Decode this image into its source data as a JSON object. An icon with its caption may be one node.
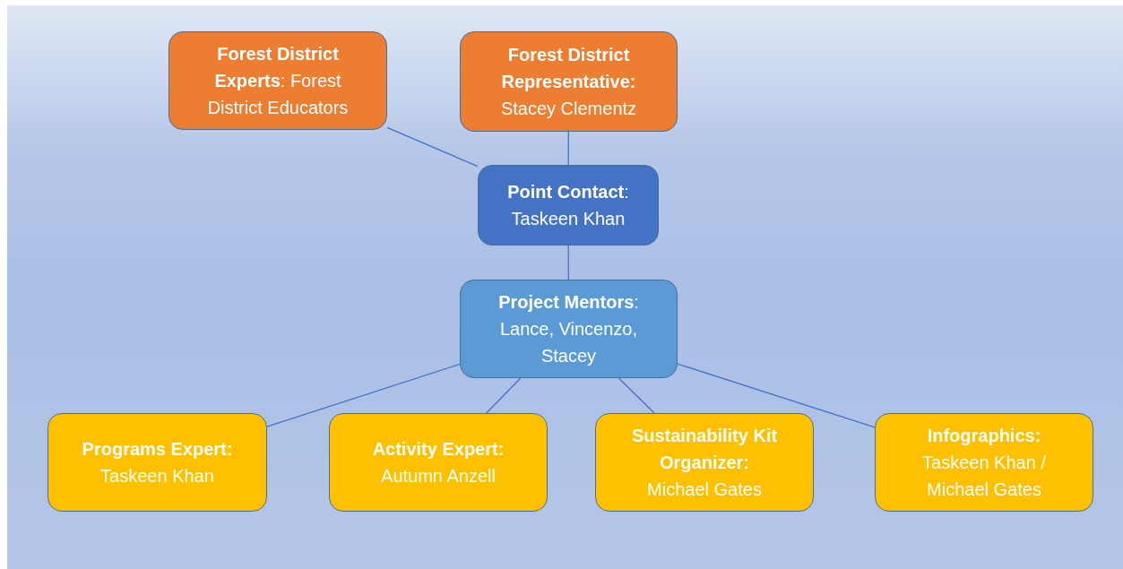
{
  "diagram": {
    "nodes": [
      {
        "text": [
          "**Forest District Experts**: Forest District Educators"
        ]
      },
      {
        "text": [
          "**Forest District Representative:** Stacey Clementz"
        ]
      },
      {
        "text": [
          "**Point Contact**: Taskeen Khan"
        ]
      },
      {
        "text": [
          "**Project Mentors**: Lance, Vincenzo, Stacey"
        ]
      },
      {
        "text": [
          "Programs Expert:",
          "Taskeen Khan"
        ]
      },
      {
        "text": [
          "Activity Expert:",
          "Autumn Anzell"
        ]
      },
      {
        "text": [
          "Sustainability Kit Organizer:",
          "Michael Gates"
        ]
      },
      {
        "text": [
          "Infographics:",
          "Taskeen Khan / Michael Gates"
        ]
      }
    ],
    "edges": [
      {
        "from": 0,
        "to": 2,
        "arrow": "none"
      },
      {
        "from": 1,
        "to": 2,
        "arrow": "none"
      },
      {
        "from": 2,
        "to": 3,
        "arrow": "none"
      },
      {
        "from": 3,
        "to": 4,
        "arrow": "none"
      },
      {
        "from": 3,
        "to": 5,
        "arrow": "none"
      },
      {
        "from": 3,
        "to": 6,
        "arrow": "none"
      },
      {
        "from": 3,
        "to": 7,
        "arrow": "none"
      }
    ]
  }
}
